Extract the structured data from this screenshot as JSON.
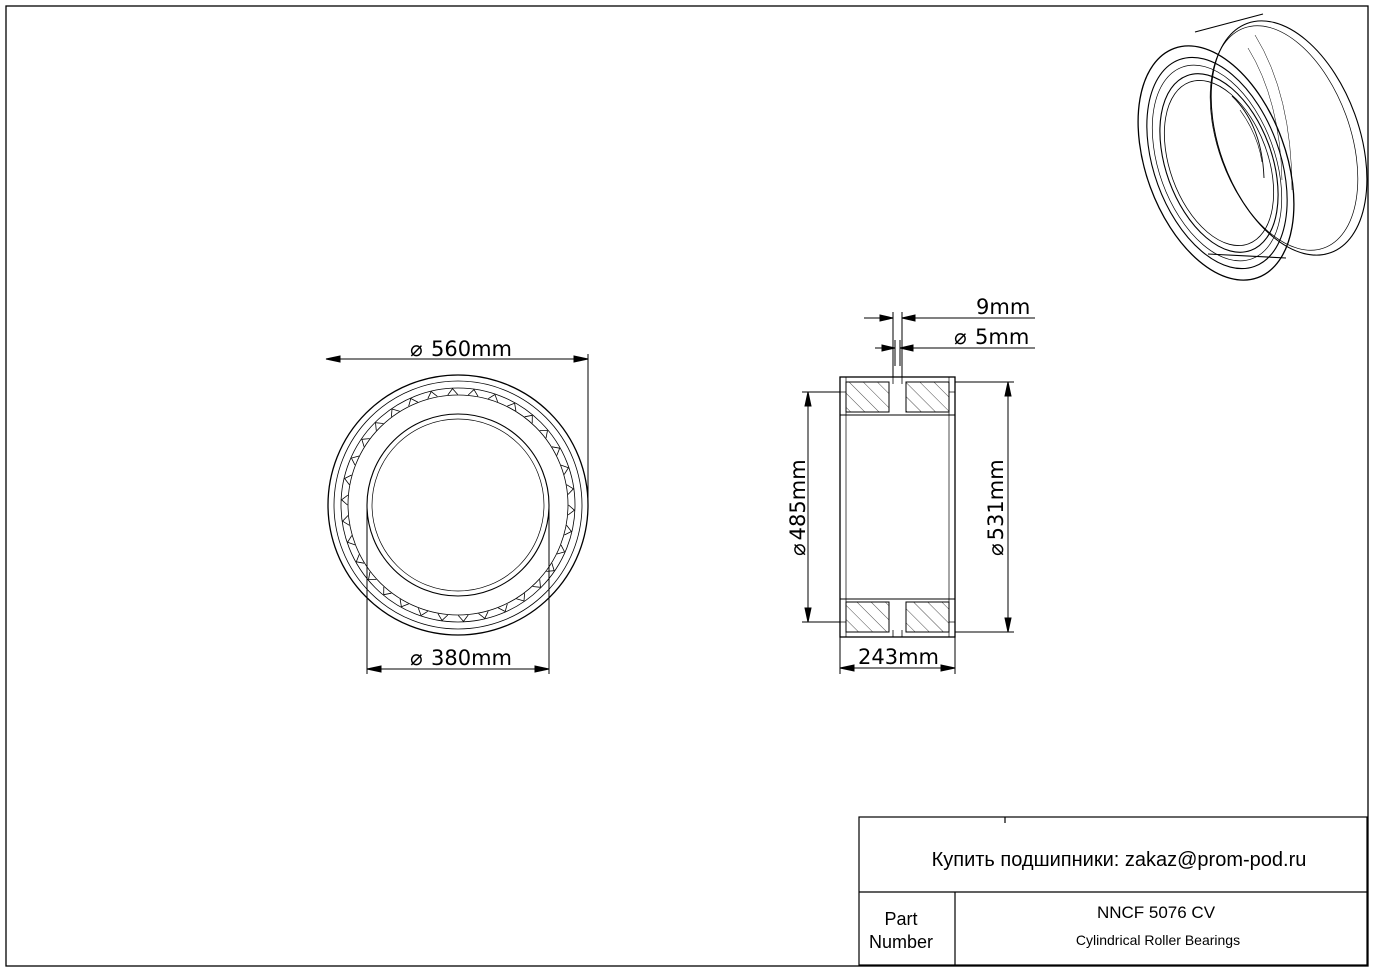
{
  "front_view": {
    "outer_diameter": "560mm",
    "inner_diameter": "380mm"
  },
  "side_view": {
    "groove_width": "9mm",
    "hole_diameter": "5mm",
    "outer_ring_diameter": "485mm",
    "inner_ring_diameter": "531mm",
    "width": "243mm"
  },
  "symbols": {
    "diameter": "⌀"
  },
  "title_block": {
    "contact": "Купить подшипники: zakaz@prom-pod.ru",
    "part_label_line1": "Part",
    "part_label_line2": "Number",
    "part_number": "NNCF 5076 CV",
    "description": "Cylindrical Roller Bearings"
  }
}
